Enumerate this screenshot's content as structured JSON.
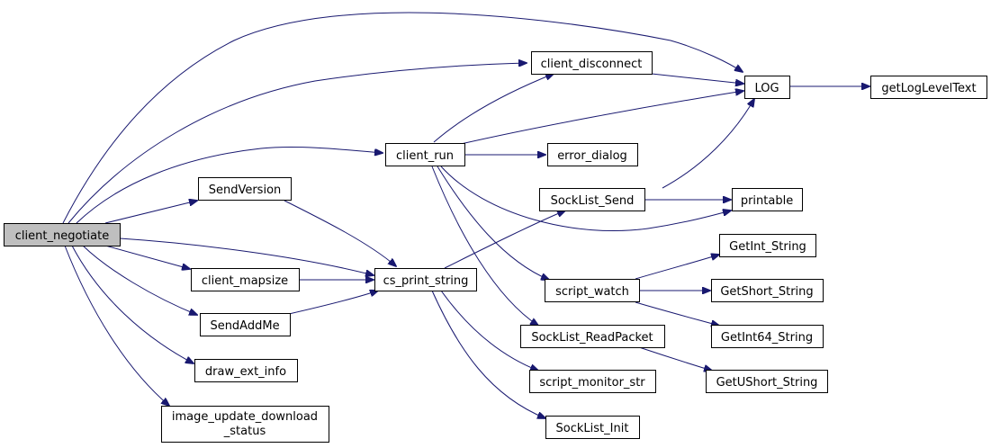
{
  "nodes": {
    "client_negotiate": {
      "label": "client_negotiate"
    },
    "client_run": {
      "label": "client_run"
    },
    "client_disconnect": {
      "label": "client_disconnect"
    },
    "log": {
      "label": "LOG"
    },
    "getLogLevelText": {
      "label": "getLogLevelText"
    },
    "error_dialog": {
      "label": "error_dialog"
    },
    "sendVersion": {
      "label": "SendVersion"
    },
    "sockList_Send": {
      "label": "SockList_Send"
    },
    "printable": {
      "label": "printable"
    },
    "getInt_String": {
      "label": "GetInt_String"
    },
    "client_mapsize": {
      "label": "client_mapsize"
    },
    "cs_print_string": {
      "label": "cs_print_string"
    },
    "script_watch": {
      "label": "script_watch"
    },
    "getShort_String": {
      "label": "GetShort_String"
    },
    "sendAddMe": {
      "label": "SendAddMe"
    },
    "sockList_ReadPacket": {
      "label": "SockList_ReadPacket"
    },
    "getInt64_String": {
      "label": "GetInt64_String"
    },
    "draw_ext_info": {
      "label": "draw_ext_info"
    },
    "script_monitor_str": {
      "label": "script_monitor_str"
    },
    "getUShort_String": {
      "label": "GetUShort_String"
    },
    "image_update_download_status": {
      "label_line1": "image_update_download",
      "label_line2": "_status"
    },
    "sockList_Init": {
      "label": "SockList_Init"
    }
  },
  "edges": [
    [
      "client_negotiate",
      "log"
    ],
    [
      "client_negotiate",
      "client_disconnect"
    ],
    [
      "client_negotiate",
      "client_run"
    ],
    [
      "client_negotiate",
      "sendVersion"
    ],
    [
      "client_negotiate",
      "cs_print_string"
    ],
    [
      "client_negotiate",
      "client_mapsize"
    ],
    [
      "client_negotiate",
      "sendAddMe"
    ],
    [
      "client_negotiate",
      "draw_ext_info"
    ],
    [
      "client_negotiate",
      "image_update_download_status"
    ],
    [
      "client_run",
      "client_disconnect"
    ],
    [
      "client_run",
      "log"
    ],
    [
      "client_run",
      "error_dialog"
    ],
    [
      "client_run",
      "printable"
    ],
    [
      "client_run",
      "script_watch"
    ],
    [
      "client_run",
      "sockList_ReadPacket"
    ],
    [
      "client_disconnect",
      "log"
    ],
    [
      "log",
      "getLogLevelText"
    ],
    [
      "sendVersion",
      "cs_print_string"
    ],
    [
      "client_mapsize",
      "cs_print_string"
    ],
    [
      "sendAddMe",
      "cs_print_string"
    ],
    [
      "cs_print_string",
      "sockList_Send"
    ],
    [
      "cs_print_string",
      "script_monitor_str"
    ],
    [
      "cs_print_string",
      "sockList_Init"
    ],
    [
      "sockList_Send",
      "log"
    ],
    [
      "sockList_Send",
      "printable"
    ],
    [
      "script_watch",
      "getInt_String"
    ],
    [
      "script_watch",
      "getShort_String"
    ],
    [
      "script_watch",
      "getInt64_String"
    ],
    [
      "sockList_ReadPacket",
      "getUShort_String"
    ]
  ],
  "colors": {
    "edge": "#191970",
    "root_fill": "#bfbfbf",
    "node_fill": "#ffffff"
  }
}
